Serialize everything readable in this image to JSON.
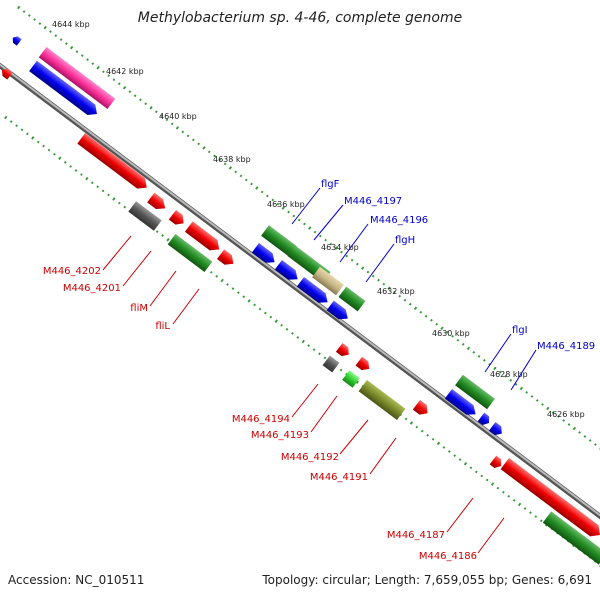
{
  "title": "Methylobacterium sp. 4-46, complete genome",
  "footer": {
    "accession": "Accession: NC_010511",
    "summary": "Topology: circular; Length: 7,659,055 bp; Genes: 6,691"
  },
  "ticks": [
    "4644 kbp",
    "4642 kbp",
    "4640 kbp",
    "4638 kbp",
    "4636 kbp",
    "4634 kbp",
    "4632 kbp",
    "4630 kbp",
    "4628 kbp",
    "4626 kbp"
  ],
  "labels_upper": [
    "flgF",
    "M446_4197",
    "M446_4196",
    "flgH",
    "flgI",
    "M446_4189"
  ],
  "labels_lower": [
    "M446_4202",
    "M446_4201",
    "fliM",
    "fliL",
    "M446_4194",
    "M446_4193",
    "M446_4192",
    "M446_4191",
    "M446_4187",
    "M446_4186"
  ],
  "colors": {
    "forward_cds": "#0000ee",
    "reverse_cds": "#ee0000",
    "flagellar": "#228b22",
    "rna": "#ff3399",
    "other": "#555555",
    "label_blue": "#0000cc",
    "label_red": "#cc0000",
    "backbone": "#888888",
    "tick_dots": "#339933"
  }
}
